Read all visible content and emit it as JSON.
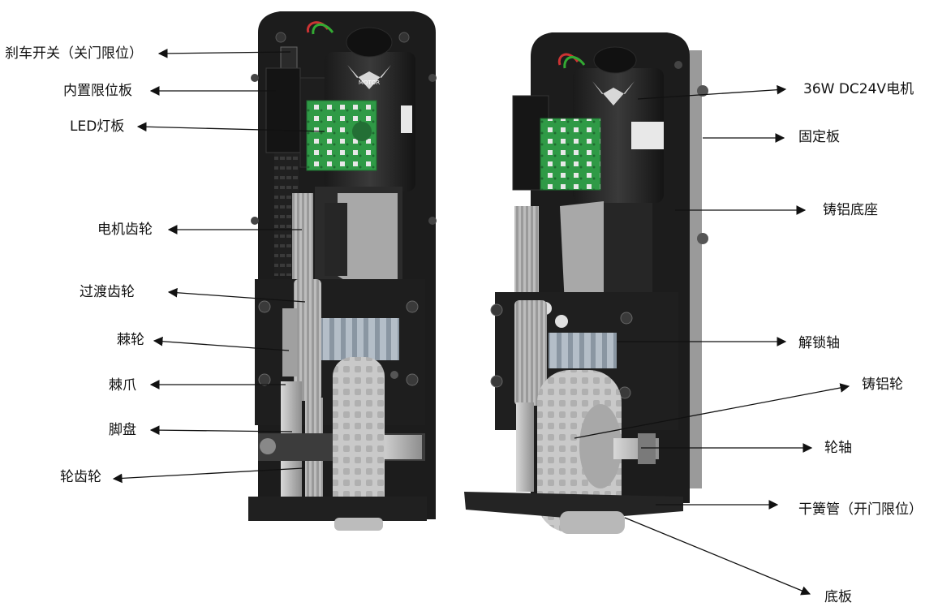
{
  "labels_left": [
    {
      "id": "brake-switch",
      "text": "刹车开关（关门限位）"
    },
    {
      "id": "limit-board",
      "text": "内置限位板"
    },
    {
      "id": "led-board",
      "text": "LED灯板"
    },
    {
      "id": "motor-gear",
      "text": "电机齿轮"
    },
    {
      "id": "transition-gear",
      "text": "过渡齿轮"
    },
    {
      "id": "ratchet",
      "text": "棘轮"
    },
    {
      "id": "pawl",
      "text": "棘爪"
    },
    {
      "id": "foot-plate",
      "text": "脚盘"
    },
    {
      "id": "wheel-gear",
      "text": "轮齿轮"
    }
  ],
  "labels_right": [
    {
      "id": "motor",
      "text": "36W DC24V电机"
    },
    {
      "id": "fixing-plate",
      "text": "固定板"
    },
    {
      "id": "cast-aluminum-base",
      "text": "铸铝底座"
    },
    {
      "id": "unlock-shaft",
      "text": "解锁轴"
    },
    {
      "id": "cast-aluminum-wheel",
      "text": "铸铝轮"
    },
    {
      "id": "axle",
      "text": "轮轴"
    },
    {
      "id": "reed-switch",
      "text": "干簧管（开门限位）"
    },
    {
      "id": "base-plate",
      "text": "底板"
    }
  ],
  "motor_badge": "MOTOR",
  "colors": {
    "housing": "#1c1c1c",
    "pcb": "#2f9a46",
    "gear": "#b9b9b9",
    "tire": "#c8c8c8",
    "worm": "#a9b4bf",
    "text": "#111111"
  }
}
